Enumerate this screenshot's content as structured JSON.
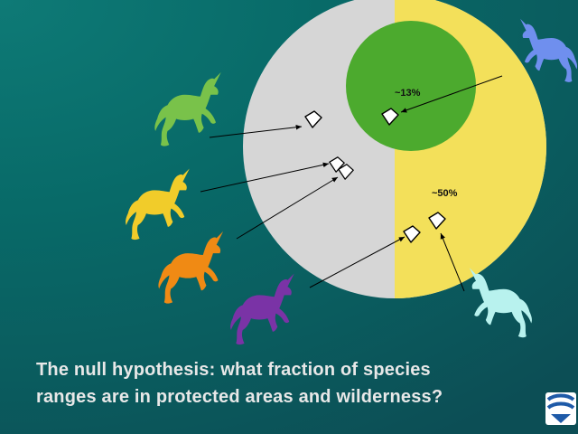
{
  "diagram": {
    "labels": {
      "green_fraction": "~13%",
      "yellow_fraction": "~50%"
    },
    "caption": {
      "line1": "The null hypothesis:  what fraction of species",
      "line2": "ranges are in protected areas and wilderness?"
    },
    "colors": {
      "background": "#0a6464",
      "circle_gray": "#d6d6d6",
      "wilderness_yellow": "#f3e05a",
      "protected_green": "#4caa2e",
      "unicorn_green": "#79c24a",
      "unicorn_yellow": "#f1cc2a",
      "unicorn_orange": "#f08a14",
      "unicorn_purple": "#7a33a6",
      "unicorn_blue": "#6f8fee",
      "unicorn_cyan": "#b8f2ee"
    },
    "icons": [
      "unicorn-icon",
      "range-polygon-icon",
      "logo-icon"
    ]
  }
}
